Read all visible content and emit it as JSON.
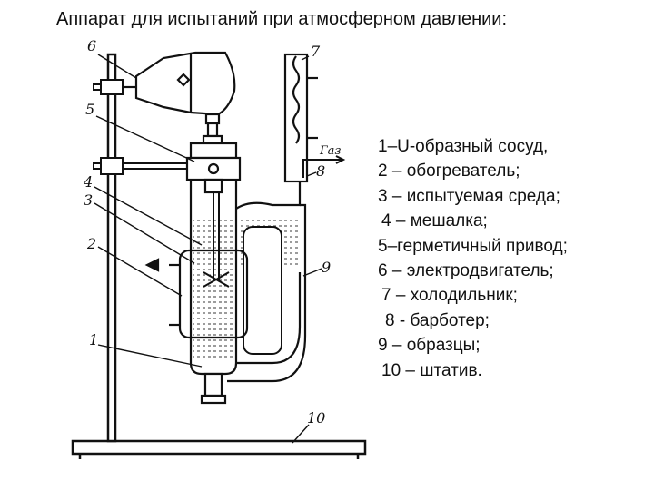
{
  "title": "Аппарат для испытаний при атмосферном давлении:",
  "legend": [
    "1–U-образный сосуд,",
    "2 – обогреватель;",
    "3 – испытуемая среда;",
    " 4 – мешалка;",
    "5–герметичный привод;",
    "6 – электродвигатель;",
    " 7 – холодильник;",
    "  8 - барботер;",
    "9 – образцы;",
    " 10 – штатив."
  ],
  "diagram": {
    "numbers": [
      "6",
      "5",
      "4",
      "3",
      "2",
      "1",
      "7",
      "8",
      "9",
      "10"
    ],
    "gas_label": "Газ"
  }
}
